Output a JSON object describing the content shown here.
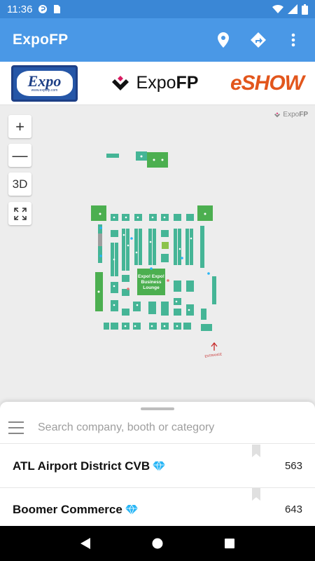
{
  "status_bar": {
    "time": "11:36"
  },
  "app_bar": {
    "title": "ExpoFP"
  },
  "sponsors": {
    "expo": {
      "word": "Expo",
      "sub": "www.expofp.com"
    },
    "expofp": {
      "light": "Expo",
      "bold": "FP"
    },
    "eshow": {
      "text": "eSHOW"
    }
  },
  "map": {
    "zoom_in": "+",
    "zoom_out": "—",
    "view_3d": "3D",
    "watermark": {
      "light": "Expo",
      "bold": "FP"
    },
    "lounge_lines": [
      "Expo! Expo!",
      "Business",
      "Lounge"
    ],
    "entrance": "ENTRANCE"
  },
  "search": {
    "placeholder": "Search company, booth or category",
    "value": ""
  },
  "exhibitors": [
    {
      "name": "ATL Airport District CVB",
      "booth": "563"
    },
    {
      "name": "Boomer Commerce",
      "booth": "643"
    }
  ],
  "colors": {
    "accent": "#4a98e6",
    "booth": "#45b596",
    "booth_green": "#4caf50",
    "diamond": "#29b6f6"
  }
}
